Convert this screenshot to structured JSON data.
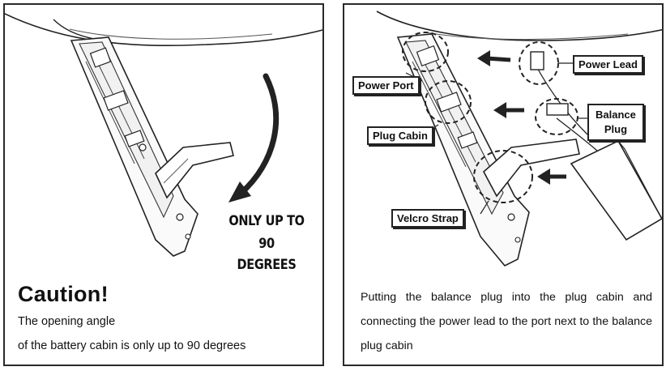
{
  "left_panel": {
    "note_line1": "ONLY UP TO",
    "note_line2": "90 DEGREES",
    "caution_title": "Caution!",
    "caution_line1": "The opening angle",
    "caution_line2": "of the battery cabin is only up to 90 degrees"
  },
  "right_panel": {
    "labels": {
      "power_port": "Power Port",
      "plug_cabin": "Plug Cabin",
      "velcro_strap": "Velcro Strap",
      "power_lead": "Power Lead",
      "balance_plug_line1": "Balance",
      "balance_plug_line2": "Plug"
    },
    "description": "Putting the balance plug into the plug cabin and connecting the power lead to the port next to the balance plug cabin"
  }
}
